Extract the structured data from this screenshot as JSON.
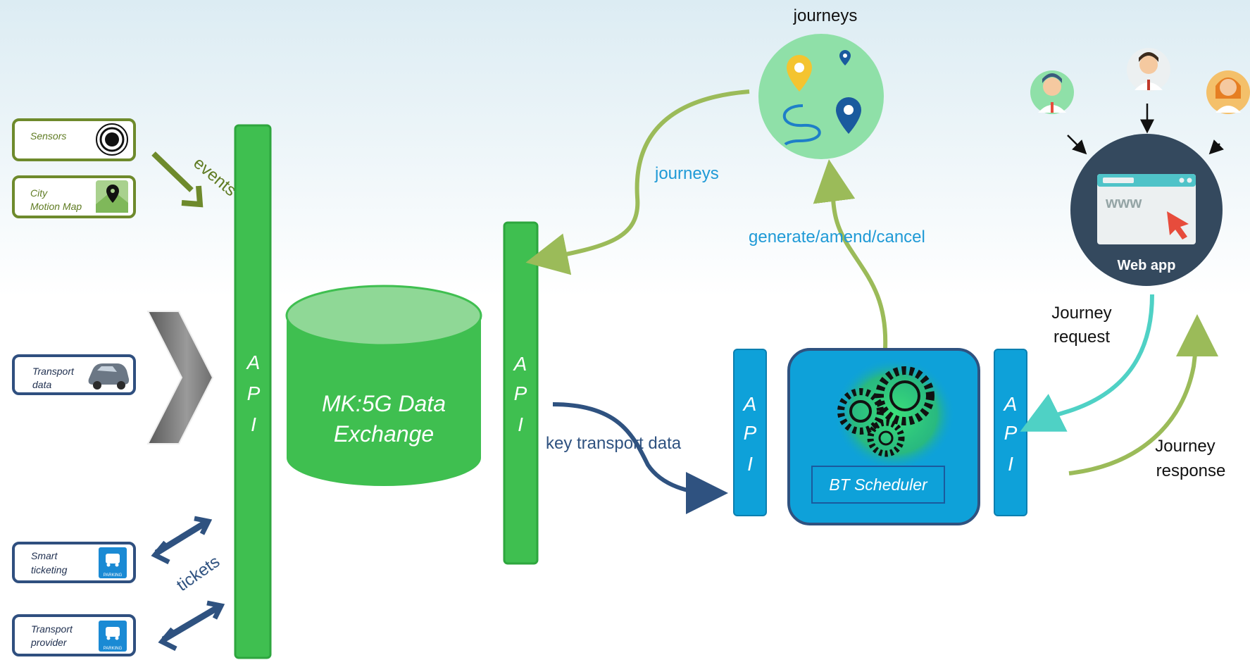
{
  "sources": [
    {
      "id": "sensors",
      "label_lines": [
        "Sensors"
      ],
      "icon": "radar-target-icon",
      "border": "#6e8a2c",
      "text_color": "#5f7b22"
    },
    {
      "id": "city-motion-map",
      "label_lines": [
        "City",
        "Motion Map"
      ],
      "icon": "map-pin-icon",
      "border": "#6e8a2c",
      "text_color": "#5f7b22"
    },
    {
      "id": "transport-data",
      "label_lines": [
        "Transport",
        "data"
      ],
      "icon": "car-icon",
      "border": "#2f4f7f",
      "text_color": "#1f2f4f"
    },
    {
      "id": "smart-ticketing",
      "label_lines": [
        "Smart",
        "ticketing"
      ],
      "icon": "parking-icon",
      "border": "#2f4f7f",
      "text_color": "#1f2f4f"
    },
    {
      "id": "transport-provider",
      "label_lines": [
        "Transport",
        "provider"
      ],
      "icon": "parking-icon",
      "border": "#2f4f7f",
      "text_color": "#1f2f4f"
    }
  ],
  "labels": {
    "events": "events",
    "tickets": "tickets",
    "api": "API",
    "data_exchange_lines": [
      "MK:5G Data",
      "Exchange"
    ],
    "journeys_top": "journeys",
    "journeys_arrow": "journeys",
    "generate": "generate/amend/cancel",
    "key_transport": "key transport data",
    "scheduler": "BT Scheduler",
    "web_app": "Web app",
    "www": "www",
    "journey_request_lines": [
      "Journey",
      "request"
    ],
    "journey_response_lines": [
      "Journey",
      "response"
    ]
  },
  "colors": {
    "green": "#3fbf50",
    "green_dark": "#2ea63e",
    "green_top": "#8fd896",
    "arrow_green": "#9bbb59",
    "blue": "#0ea1d9",
    "navy": "#2f5280",
    "teal": "#4fd1c5",
    "cyan_text": "#1f9ad6",
    "dark_circle": "#34495e",
    "journey_circle": "#8fe0a8"
  }
}
